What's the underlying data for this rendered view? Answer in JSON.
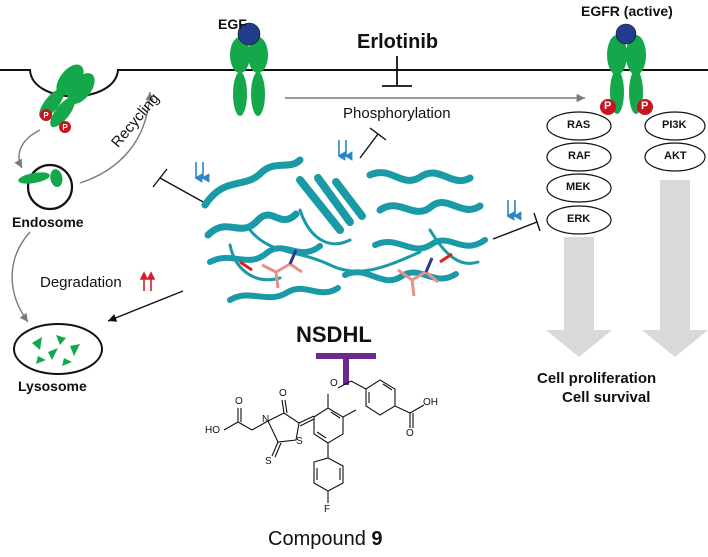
{
  "labels": {
    "egf": "EGF",
    "egfr_active": "EGFR (active)",
    "erlotinib": "Erlotinib",
    "phosphorylation": "Phosphorylation",
    "recycling": "Recycling",
    "endosome": "Endosome",
    "degradation": "Degradation",
    "lysosome": "Lysosome",
    "nsdhl": "NSDHL",
    "cell_proliferation": "Cell proliferation",
    "cell_survival": "Cell survival",
    "compound_prefix": "Compound",
    "compound_number": "9",
    "phospho_mark": "P"
  },
  "pathway_left": [
    "RAS",
    "RAF",
    "MEK",
    "ERK"
  ],
  "pathway_right": [
    "PI3K",
    "AKT"
  ],
  "molecule_atoms": {
    "o1": "O",
    "o2": "O",
    "oh1": "OH",
    "ho": "HO",
    "n": "N",
    "s1": "S",
    "s2": "S",
    "f": "F"
  },
  "colors": {
    "receptor_green": "#14a84a",
    "ligand_blue": "#1f3d8a",
    "phospho_red": "#c8141e",
    "protein_teal": "#1a9aa6",
    "down_arrow_blue": "#2a86c4",
    "up_arrow_red": "#d3202a",
    "inhibitor_purple": "#6b2a8c",
    "signal_grey": "#d9d9d9"
  }
}
